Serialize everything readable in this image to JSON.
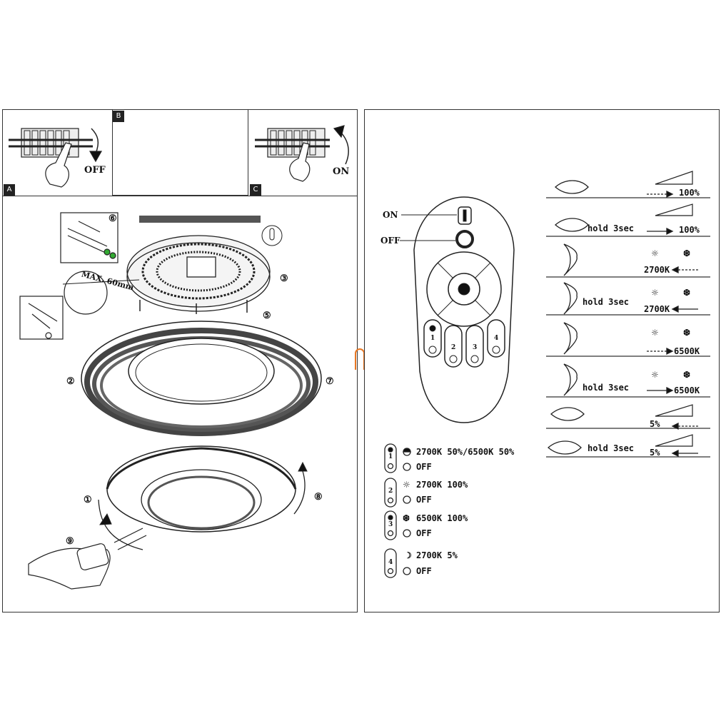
{
  "steps": {
    "B": {
      "corner": "B",
      "action": "OFF"
    },
    "C": {
      "corner": "C",
      "action": "ON"
    },
    "A": {
      "corner": "A"
    }
  },
  "install": {
    "max_label": "MAX. 60mm",
    "step_numbers": [
      "①",
      "②",
      "③",
      "⑤",
      "⑥",
      "⑦",
      "⑧",
      "⑨"
    ]
  },
  "remote": {
    "on_label": "ON",
    "off_label": "OFF",
    "buttons": [
      "1",
      "2",
      "3",
      "4"
    ]
  },
  "functions": [
    {
      "hold": "",
      "value": "100%"
    },
    {
      "hold": "hold 3sec",
      "value": "100%"
    },
    {
      "hold": "",
      "value": "2700K"
    },
    {
      "hold": "hold 3sec",
      "value": "2700K"
    },
    {
      "hold": "",
      "value": "6500K"
    },
    {
      "hold": "hold 3sec",
      "value": "6500K"
    },
    {
      "hold": "",
      "value": "5%"
    },
    {
      "hold": "hold 3sec",
      "value": "5%"
    }
  ],
  "modes": [
    {
      "num": "1",
      "on": "2700K 50%/6500K 50%",
      "off": "OFF"
    },
    {
      "num": "2",
      "on": "2700K 100%",
      "off": "OFF"
    },
    {
      "num": "3",
      "on": "6500K 100%",
      "off": "OFF"
    },
    {
      "num": "4",
      "on": "2700K 5%",
      "off": "OFF"
    }
  ],
  "colors": {
    "border": "#333333",
    "accent": "#e87722"
  }
}
